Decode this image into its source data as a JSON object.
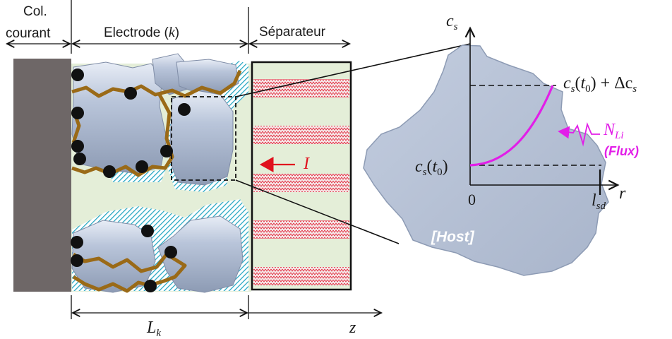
{
  "labels": {
    "collector_line1": "Col.",
    "collector_line2": "courant",
    "electrode": "Electrode (",
    "electrode_k": "k",
    "electrode_close": ")",
    "separator": "Séparateur",
    "current_symbol": "I",
    "length_L": "L",
    "length_k": "k",
    "axis_z": "z"
  },
  "inset": {
    "y_axis_c": "c",
    "y_axis_s": "s",
    "x_axis": "r",
    "origin": "0",
    "radius_l": "l",
    "radius_sd": "sd",
    "cs_t0_c": "c",
    "cs_t0_s": "s",
    "cs_t0_t": "(t",
    "cs_t0_0": "0",
    "cs_t0_close": ")",
    "cs_top_plus": " + Δc",
    "cs_top_s": "s",
    "flux_N": "N",
    "flux_Li": "Li",
    "flux_word": "(Flux)",
    "host": "[Host]"
  },
  "colors": {
    "collector": "#6e6767",
    "electrolyte": "#e4eed8",
    "particle": "#b3c0d6",
    "binder": "#9a6a17",
    "carbon": "#111111",
    "sei": "#2aa9c4",
    "separator_wave": "#e0263a",
    "current_arrow": "#e0121e",
    "flux_curve": "#e21ee8"
  }
}
